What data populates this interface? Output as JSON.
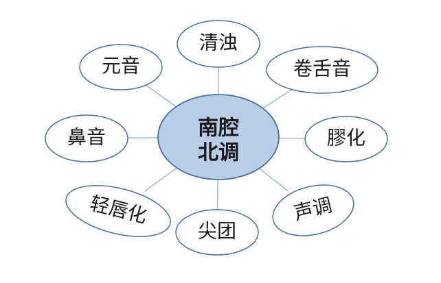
{
  "diagram": {
    "center": {
      "line1": "南腔",
      "line2": "北调"
    },
    "nodes": [
      {
        "id": "qingzhuo",
        "label": "清浊"
      },
      {
        "id": "juanshe",
        "label": "卷舌音"
      },
      {
        "id": "erhua",
        "label": "膠化"
      },
      {
        "id": "shengdiao",
        "label": "声调"
      },
      {
        "id": "jiantuan",
        "label": "尖团"
      },
      {
        "id": "qingchun",
        "label": "轻唇化"
      },
      {
        "id": "biyin",
        "label": "鼻音"
      },
      {
        "id": "yuanyin",
        "label": "元音"
      }
    ]
  },
  "colors": {
    "center_fill": "#b7cde9",
    "outline": "#4a6f9a",
    "connector": "#9ab6d4"
  }
}
